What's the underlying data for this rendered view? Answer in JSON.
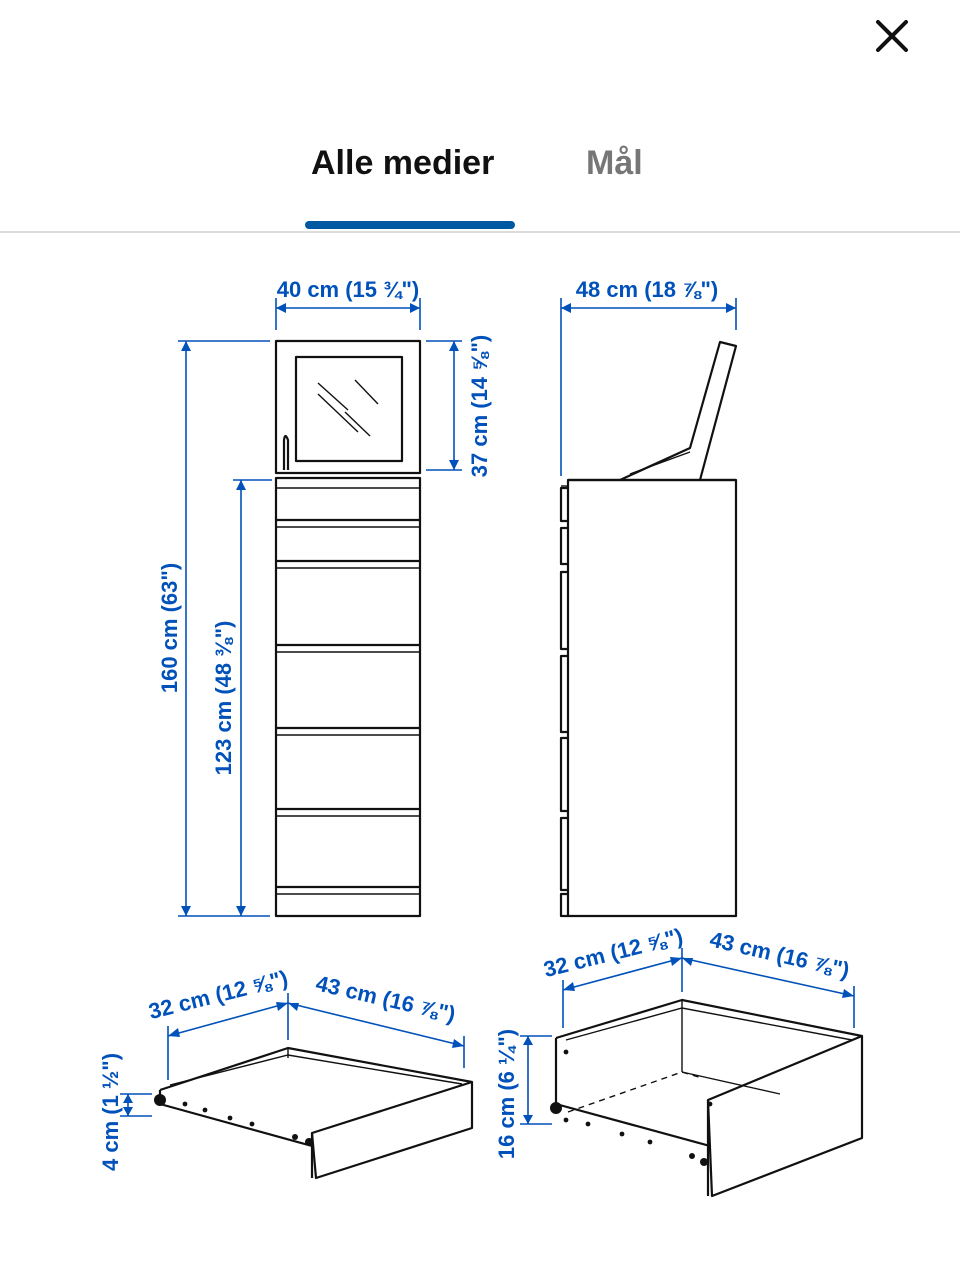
{
  "header": {
    "close_icon": "close-icon"
  },
  "tabs": [
    {
      "label": "Alle medier",
      "active": true
    },
    {
      "label": "Mål",
      "active": false
    }
  ],
  "accent_color": "#0058a3",
  "dimension_color": "#0051ba",
  "measurements": {
    "front_width": "40 cm (15 ¾\")",
    "side_depth": "48 cm (18 ⅞\")",
    "mirror_height": "37 cm (14 ⅝\")",
    "total_height": "160 cm (63\")",
    "chest_height": "123 cm (48 ⅜\")",
    "small_drawer_width": "32 cm (12 ⅝\")",
    "small_drawer_depth": "43 cm (16 ⅞\")",
    "small_drawer_height": "4 cm (1 ½\")",
    "large_drawer_width": "32 cm (12 ⅝\")",
    "large_drawer_depth": "43 cm (16 ⅞\")",
    "large_drawer_height": "16 cm (6 ¼\")"
  }
}
